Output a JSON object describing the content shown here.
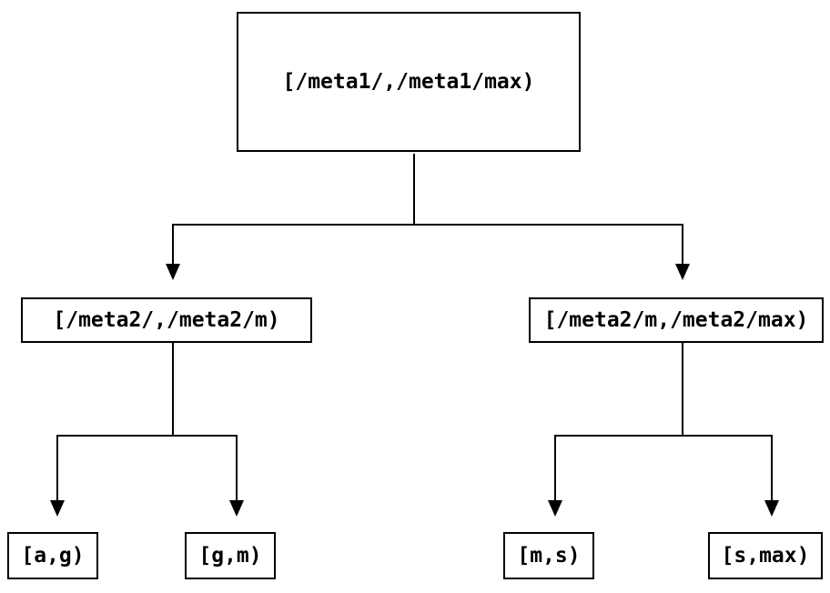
{
  "diagram": {
    "type": "tree",
    "colors": {
      "background": "#ffffff",
      "line": "#000000",
      "text": "#000000"
    },
    "nodes": [
      {
        "id": "root",
        "label": "[/meta1/,/meta1/max)"
      },
      {
        "id": "meta2-low",
        "label": "[/meta2/,/meta2/m)"
      },
      {
        "id": "meta2-high",
        "label": "[/meta2/m,/meta2/max)"
      },
      {
        "id": "leaf-a-g",
        "label": "[a,g)"
      },
      {
        "id": "leaf-g-m",
        "label": "[g,m)"
      },
      {
        "id": "leaf-m-s",
        "label": "[m,s)"
      },
      {
        "id": "leaf-s-max",
        "label": "[s,max)"
      }
    ],
    "edges": [
      {
        "from": "root",
        "to": "meta2-low"
      },
      {
        "from": "root",
        "to": "meta2-high"
      },
      {
        "from": "meta2-low",
        "to": "leaf-a-g"
      },
      {
        "from": "meta2-low",
        "to": "leaf-g-m"
      },
      {
        "from": "meta2-high",
        "to": "leaf-m-s"
      },
      {
        "from": "meta2-high",
        "to": "leaf-s-max"
      }
    ]
  }
}
